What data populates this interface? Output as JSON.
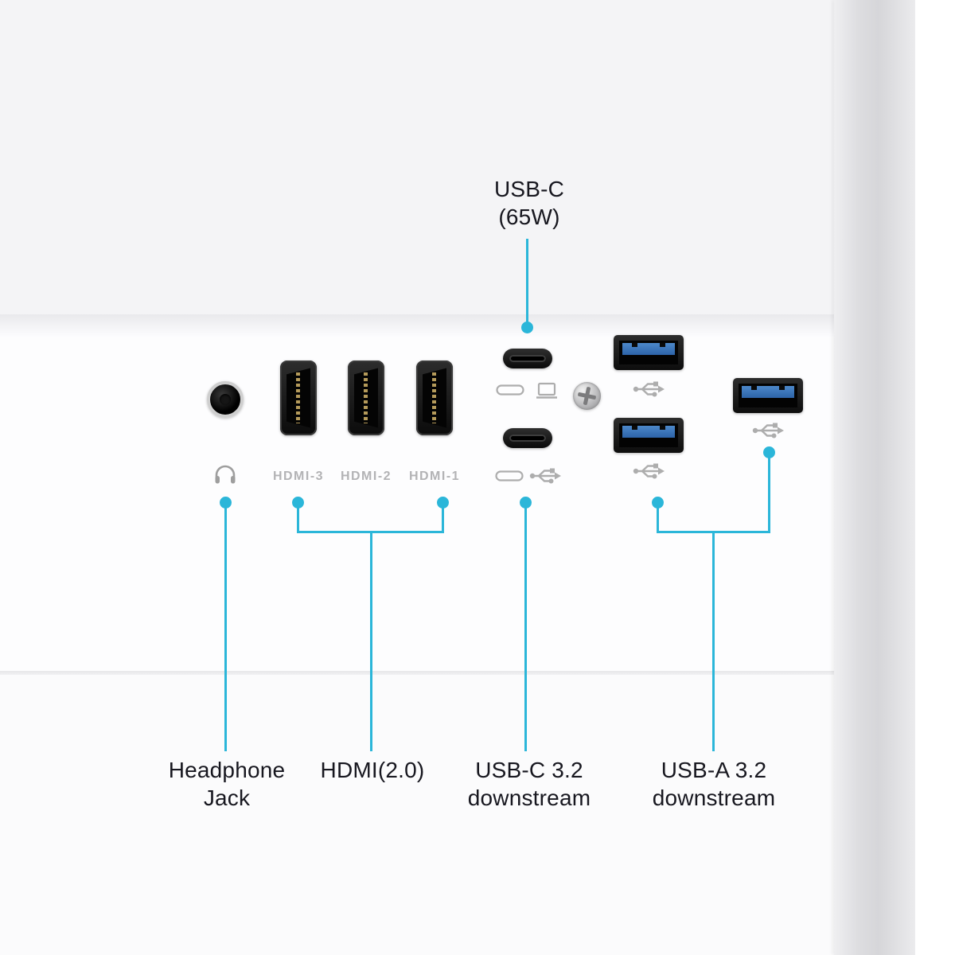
{
  "meta": {
    "description": "Monitor rear port diagram with labeled callouts"
  },
  "colors": {
    "accent": "#2bb6d9",
    "usb_blue": "#2f6fb4",
    "label_text": "#17171f",
    "muted_icon": "#adadad",
    "panel_top": "#f4f4f6",
    "panel_main": "#fdfdfe"
  },
  "top_callout": {
    "line1": "USB-C",
    "line2": "(65W)"
  },
  "engraved_labels": {
    "hdmi3": "HDMI-3",
    "hdmi2": "HDMI-2",
    "hdmi1": "HDMI-1"
  },
  "bottom_callouts": {
    "headphone": {
      "line1": "Headphone",
      "line2": "Jack"
    },
    "hdmi": {
      "line1": "HDMI(2.0)"
    },
    "usbc": {
      "line1": "USB-C 3.2",
      "line2": "downstream"
    },
    "usba": {
      "line1": "USB-A 3.2",
      "line2": "downstream"
    }
  },
  "icons": {
    "headphone": "headphone-icon",
    "usb_trident": "usb-trident-icon",
    "usb_c_pill": "usb-c-pill-icon",
    "laptop": "laptop-icon",
    "screw": "phillips-screw"
  }
}
